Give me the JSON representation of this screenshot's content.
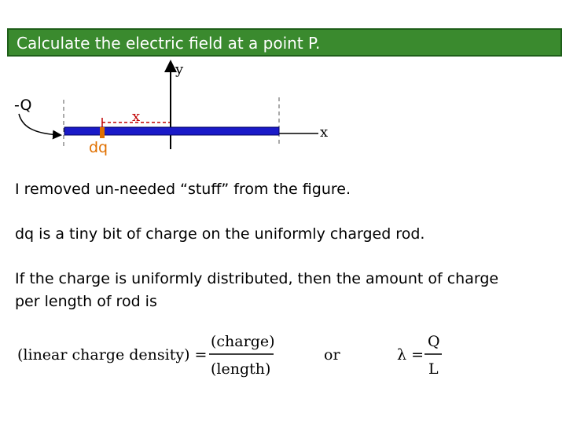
{
  "slide": {
    "title": "Calculate the electric field at a point P.",
    "diagram": {
      "y_axis_label": "y",
      "x_axis_label": "x",
      "charge_label": "-Q",
      "distance_label": "x",
      "element_label": "dq",
      "colors": {
        "rod": "#1a1ac8",
        "dq": "#e07000",
        "distance_line": "#c00000"
      }
    },
    "paragraphs": [
      "I removed un-needed “stuff” from the figure.",
      "dq is a tiny bit of charge on the uniformly charged rod.",
      "If the charge is uniformly distributed, then the amount of charge per length of rod is"
    ],
    "formula": {
      "lhs": "(linear charge density) =",
      "numerator": "(charge)",
      "denominator": "(length)",
      "connector": "or",
      "lambda_lhs": "λ =",
      "lambda_numerator": "Q",
      "lambda_denominator": "L"
    }
  }
}
